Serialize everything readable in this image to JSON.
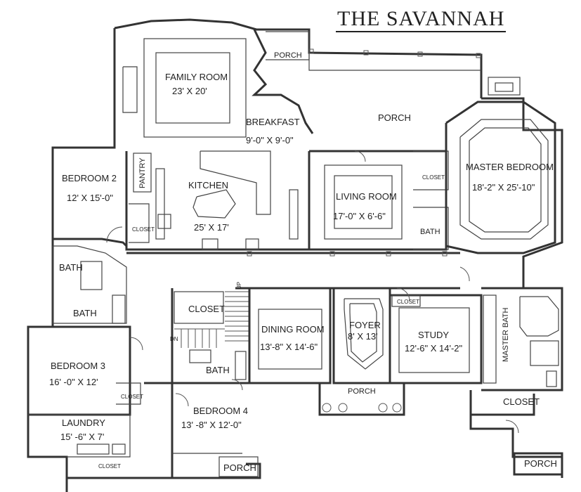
{
  "title": "THE SAVANNAH",
  "rooms": {
    "family_room": {
      "name": "FAMILY ROOM",
      "size": "23' X 20'"
    },
    "breakfast": {
      "name": "BREAKFAST",
      "size": "9'-0\" X 9'-0\""
    },
    "kitchen": {
      "name": "KITCHEN",
      "size": "25' X 17'"
    },
    "pantry": "PANTRY",
    "bedroom2": {
      "name": "BEDROOM 2",
      "size": "12' X 15'-0\""
    },
    "bedroom3": {
      "name": "BEDROOM 3",
      "size": "16' -0\" X 12'"
    },
    "bedroom4": {
      "name": "BEDROOM 4",
      "size": "13' -8\" X 12'-0\""
    },
    "living_room": {
      "name": "LIVING ROOM",
      "size": "17'-0\" X 6'-6\""
    },
    "master_bedroom": {
      "name": "MASTER BEDROOM",
      "size": "18'-2\" X 25'-10\""
    },
    "dining_room": {
      "name": "DINING ROOM",
      "size": "13'-8\" X 14'-6\""
    },
    "foyer": {
      "name": "FOYER",
      "size": "8' X 13'"
    },
    "study": {
      "name": "STUDY",
      "size": "12'-6\" X 14'-2\""
    },
    "laundry": {
      "name": "LAUNDRY",
      "size": "15' -6\" X 7'"
    },
    "master_bath": "MASTER BATH"
  },
  "labels": {
    "porch_top": "PORCH",
    "porch_main": "PORCH",
    "porch_front": "PORCH",
    "porch_bed4": "PORCH",
    "porch_br": "PORCH",
    "closet_stair": "CLOSET",
    "closet_br": "CLOSET",
    "closet_small_bed2": "CLOSET",
    "closet_small_bed3": "CLOSET",
    "closet_small_master": "CLOSET",
    "closet_small_study": "CLOSET",
    "closet_small_laundry": "CLOSET",
    "bath_bed2": "BATH",
    "bath_bed3": "BATH",
    "bath_master": "BATH",
    "bath_bed4": "BATH",
    "dn": "DN",
    "up": "UP"
  }
}
